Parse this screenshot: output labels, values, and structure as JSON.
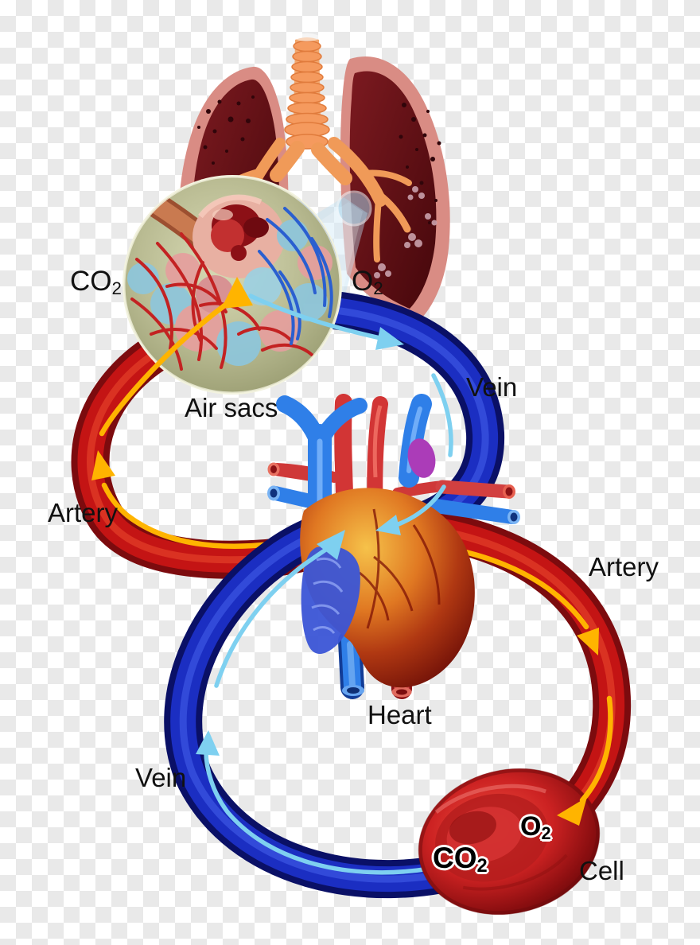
{
  "labels": {
    "gas_out_lungs": {
      "base": "CO",
      "sub": "2"
    },
    "gas_in_lungs": {
      "base": "O",
      "sub": "2"
    },
    "air_sacs": "Air sacs",
    "vein_upper": "Vein",
    "artery_upper": "Artery",
    "artery_lower": "Artery",
    "heart": "Heart",
    "vein_lower": "Vein",
    "cell": "Cell",
    "gas_out_cell": {
      "base": "CO",
      "sub": "2"
    },
    "gas_in_cell": {
      "base": "O",
      "sub": "2"
    }
  },
  "colors": {
    "checker_gray": "#e9e9e9",
    "label_text": "#111111",
    "artery_red": "#c41414",
    "artery_dark": "#7c0b0e",
    "vein_blue": "#1b2ec2",
    "vein_dark": "#0a1066",
    "flow_co2_arrow": "#ffb400",
    "flow_o2_arrow": "#7ed0f0",
    "alveoli_circle_bg": "#b9bb92",
    "lung_interior": "#5d0d13",
    "lung_rim": "#d98c84",
    "trachea_orange": "#f2a76e",
    "heart_orange": "#e07822",
    "cell_red": "#cc2222"
  }
}
